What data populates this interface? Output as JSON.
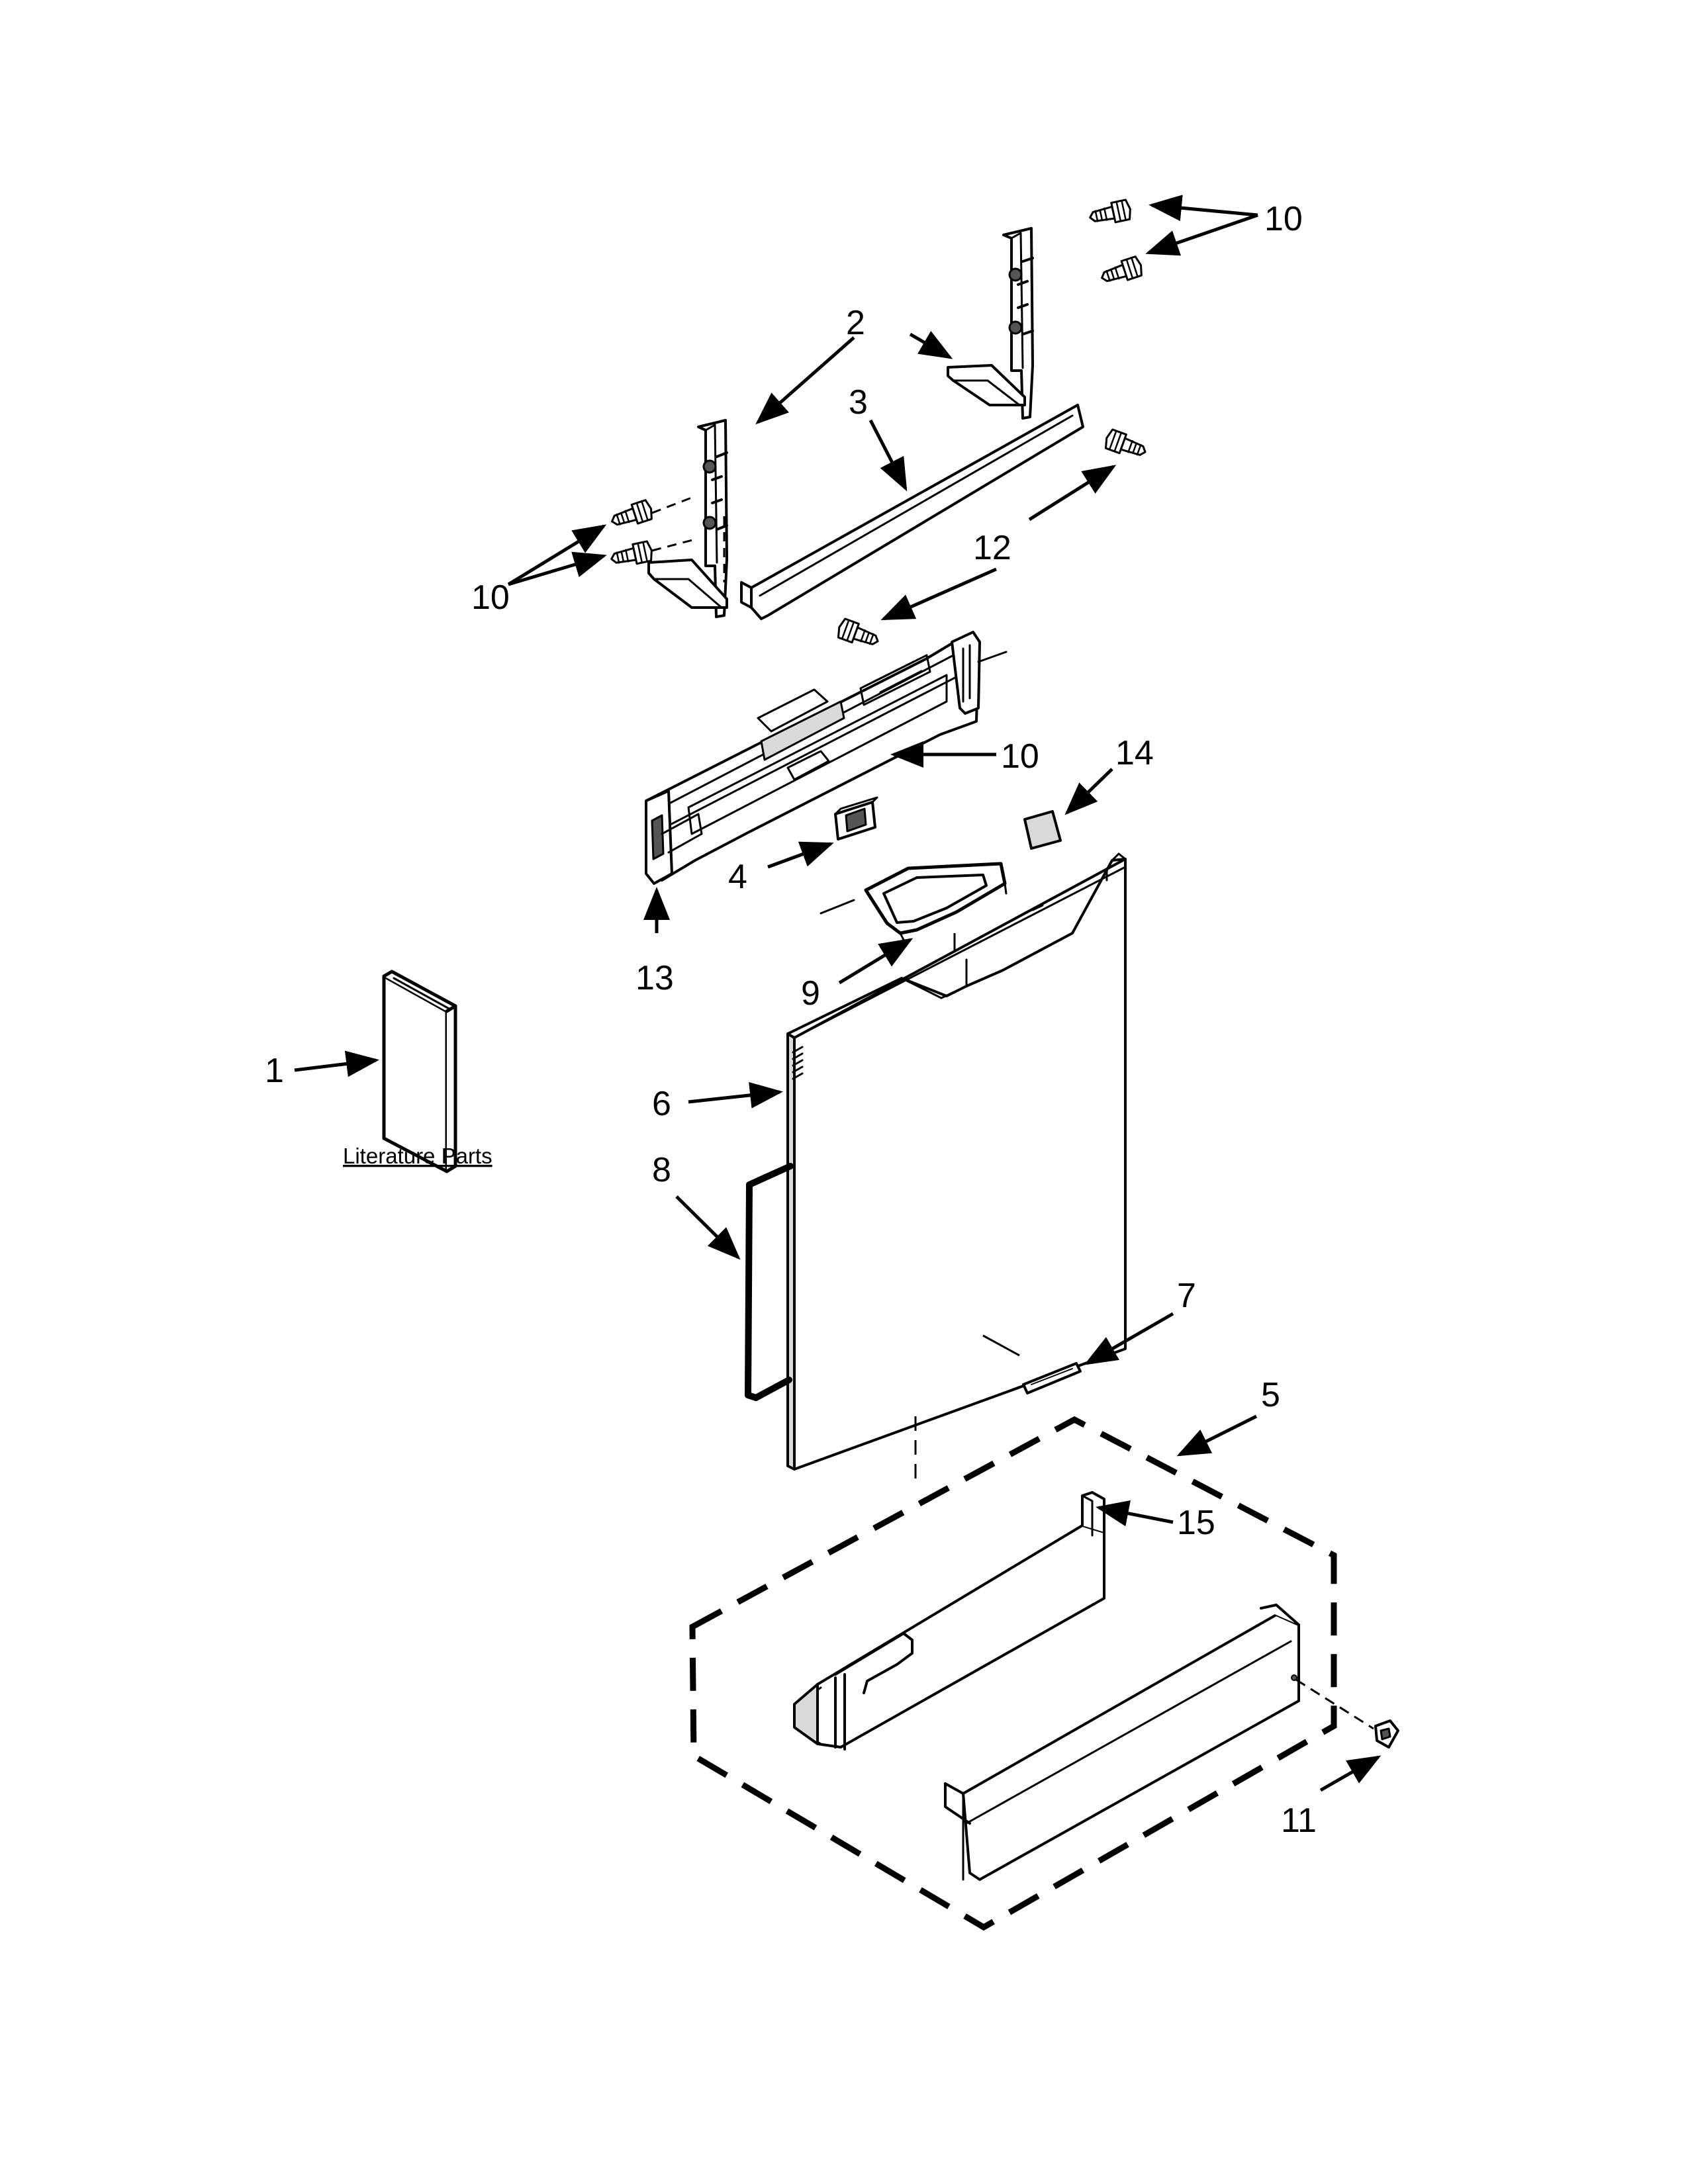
{
  "callouts": {
    "c1": "1",
    "c2": "2",
    "c3": "3",
    "c4": "4",
    "c5": "5",
    "c6": "6",
    "c7": "7",
    "c8": "8",
    "c9": "9",
    "c10": "10",
    "c11": "11",
    "c12": "12",
    "c13": "13",
    "c14": "14",
    "c15": "15"
  },
  "literature_label": "Literature Parts"
}
